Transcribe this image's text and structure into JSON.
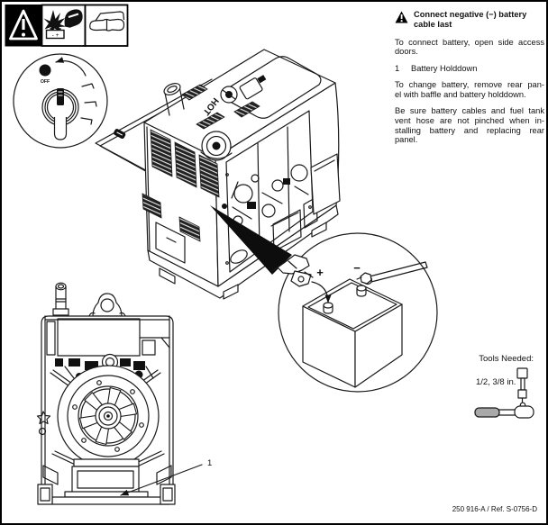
{
  "page": {
    "background": "#ffffff",
    "border_color": "#000000",
    "line_color": "#1a1a1a"
  },
  "header_icons": {
    "warning": "warning-triangle-icon",
    "explosion": "battery-explosion-face-shield-icon",
    "glasses": "safety-glasses-icon",
    "battery_polarity": "- +"
  },
  "ignition": {
    "off_label": "OFF"
  },
  "machine": {
    "hot_label": "HOT"
  },
  "instructions": {
    "title_lines": [
      "Connect negative (−) battery",
      "cable last"
    ],
    "para1_lines": [
      "To connect battery, open side access",
      "doors."
    ],
    "item_number": "1",
    "item_label": "Battery Holddown",
    "para2_lines": [
      "To change battery, remove rear pan-",
      "el with baffle and battery holddown."
    ],
    "para3_lines": [
      "Be sure battery cables and fuel tank",
      "vent hose are not pinched when in-",
      "stalling battery and replacing rear",
      "panel."
    ]
  },
  "battery_detail": {
    "plus_label": "+",
    "minus_label": "−"
  },
  "callout": {
    "number": "1"
  },
  "tools": {
    "label": "Tools Needed:",
    "sizes": "1/2, 3/8 in."
  },
  "footer": {
    "reference": "250 916-A / Ref. S-0756-D"
  },
  "colors": {
    "wrench_handle": "#a9a9a9",
    "icon_black": "#000000"
  }
}
